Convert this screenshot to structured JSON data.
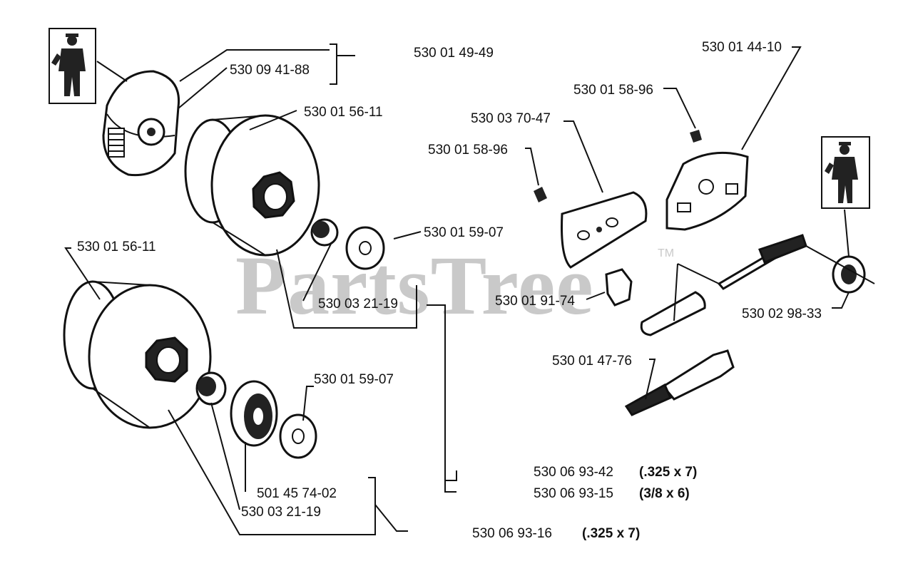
{
  "diagram": {
    "watermark": "PartsTree",
    "trademark": "TM",
    "labels": {
      "p1": "530 01 49-49",
      "p2": "530 09 41-88",
      "p3": "530 01 56-11",
      "p4": "530 01 56-11",
      "p5": "530 01 59-07",
      "p6": "530 03 21-19",
      "p7": "530 01 59-07",
      "p8": "501 45 74-02",
      "p9": "530 03 21-19",
      "p10": "530 06 93-42",
      "p10s": "(.325 x 7)",
      "p11": "530 06 93-15",
      "p11s": "(3/8 x 6)",
      "p12": "530 06 93-16",
      "p12s": "(.325 x 7)",
      "p13": "530 01 44-10",
      "p14": "530 01 58-96",
      "p15": "530 03 70-47",
      "p16": "530 01 58-96",
      "p17": "530 01 91-74",
      "p18": "530 02 98-33",
      "p19": "530 01 47-76"
    }
  }
}
